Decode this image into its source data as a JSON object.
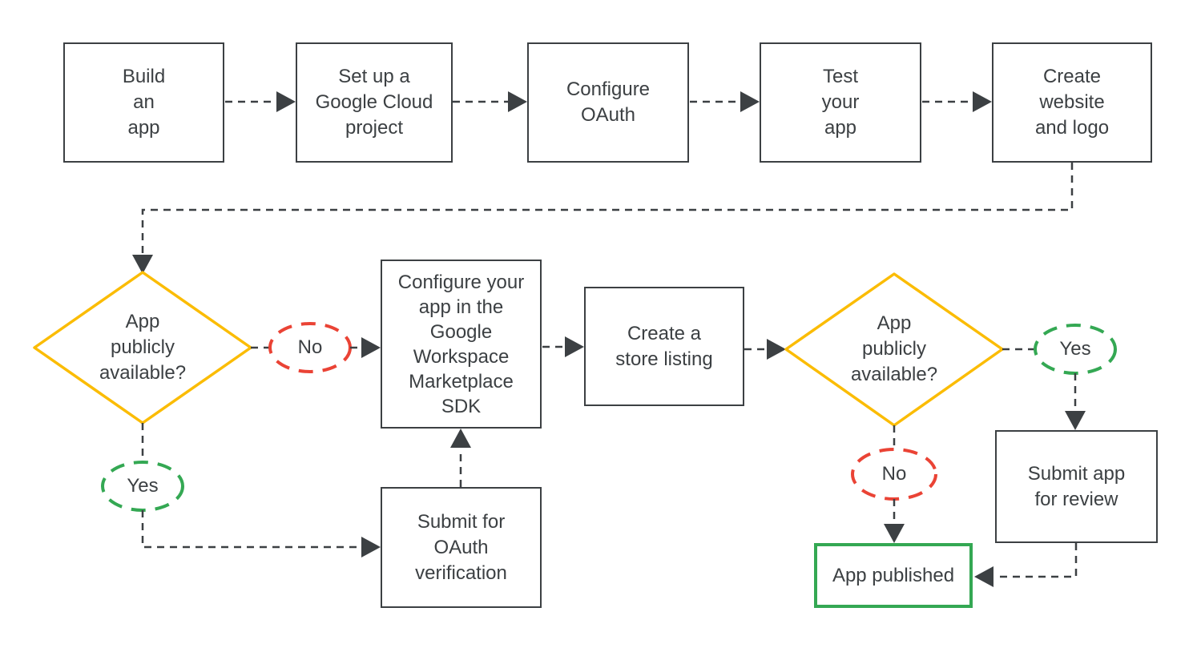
{
  "diagram": {
    "type": "flowchart",
    "background": "#FFFFFF",
    "colors": {
      "box_border": "#3C4043",
      "text": "#3C4043",
      "connector": "#3C4043",
      "decision_border": "#FBBC04",
      "no_border": "#EA4335",
      "yes_border": "#34A853",
      "published_border": "#34A853"
    },
    "nodes": {
      "build_app": {
        "label": "Build\nan\napp"
      },
      "setup_project": {
        "label": "Set up a\nGoogle Cloud\nproject"
      },
      "configure_oauth": {
        "label": "Configure\nOAuth"
      },
      "test_app": {
        "label": "Test\nyour\napp"
      },
      "create_website": {
        "label": "Create\nwebsite\nand logo"
      },
      "decision1": {
        "label": "App\npublicly\navailable?"
      },
      "no1": {
        "label": "No"
      },
      "yes1": {
        "label": "Yes"
      },
      "configure_sdk": {
        "label": "Configure your\napp in the\nGoogle\nWorkspace\nMarketplace\nSDK"
      },
      "store_listing": {
        "label": "Create a\nstore listing"
      },
      "decision2": {
        "label": "App\npublicly\navailable?"
      },
      "yes2": {
        "label": "Yes"
      },
      "no2": {
        "label": "No"
      },
      "submit_review": {
        "label": "Submit app\nfor review"
      },
      "submit_oauth": {
        "label": "Submit for\nOAuth\nverification"
      },
      "app_published": {
        "label": "App published"
      }
    },
    "edges": [
      {
        "from": "build_app",
        "to": "setup_project"
      },
      {
        "from": "setup_project",
        "to": "configure_oauth"
      },
      {
        "from": "configure_oauth",
        "to": "test_app"
      },
      {
        "from": "test_app",
        "to": "create_website"
      },
      {
        "from": "create_website",
        "to": "decision1"
      },
      {
        "from": "decision1",
        "via": "no1",
        "to": "configure_sdk"
      },
      {
        "from": "decision1",
        "via": "yes1",
        "to": "submit_oauth"
      },
      {
        "from": "submit_oauth",
        "to": "configure_sdk"
      },
      {
        "from": "configure_sdk",
        "to": "store_listing"
      },
      {
        "from": "store_listing",
        "to": "decision2"
      },
      {
        "from": "decision2",
        "via": "yes2",
        "to": "submit_review"
      },
      {
        "from": "decision2",
        "via": "no2",
        "to": "app_published"
      },
      {
        "from": "submit_review",
        "to": "app_published"
      }
    ]
  }
}
